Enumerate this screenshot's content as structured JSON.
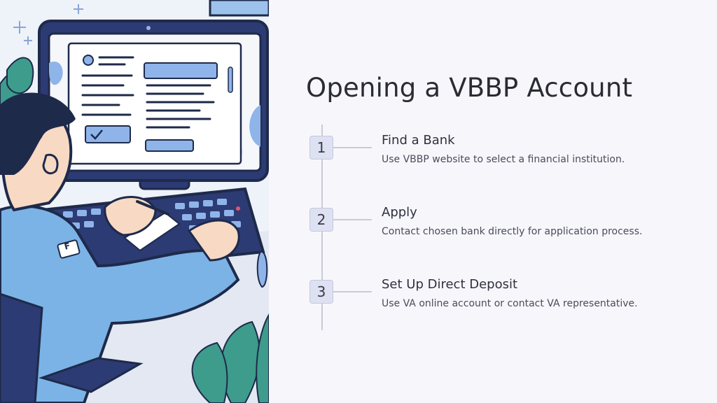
{
  "slide": {
    "title": "Opening a VBBP Account",
    "steps": [
      {
        "number": "1",
        "title": "Find a Bank",
        "description": "Use VBBP website to select a financial institution."
      },
      {
        "number": "2",
        "title": "Apply",
        "description": "Contact chosen bank directly for application process."
      },
      {
        "number": "3",
        "title": "Set Up Direct Deposit",
        "description": "Use VA online account or contact VA representative."
      }
    ]
  },
  "illustration": {
    "subject": "person-typing-at-computer-icon",
    "badge_text": "F",
    "colors": {
      "outline": "#1e2a4a",
      "screen_frame": "#2c3b73",
      "shirt": "#7bb3e6",
      "accent_blue": "#8fb4ea",
      "plant": "#3e9c8c",
      "background": "#e8eef8"
    }
  }
}
